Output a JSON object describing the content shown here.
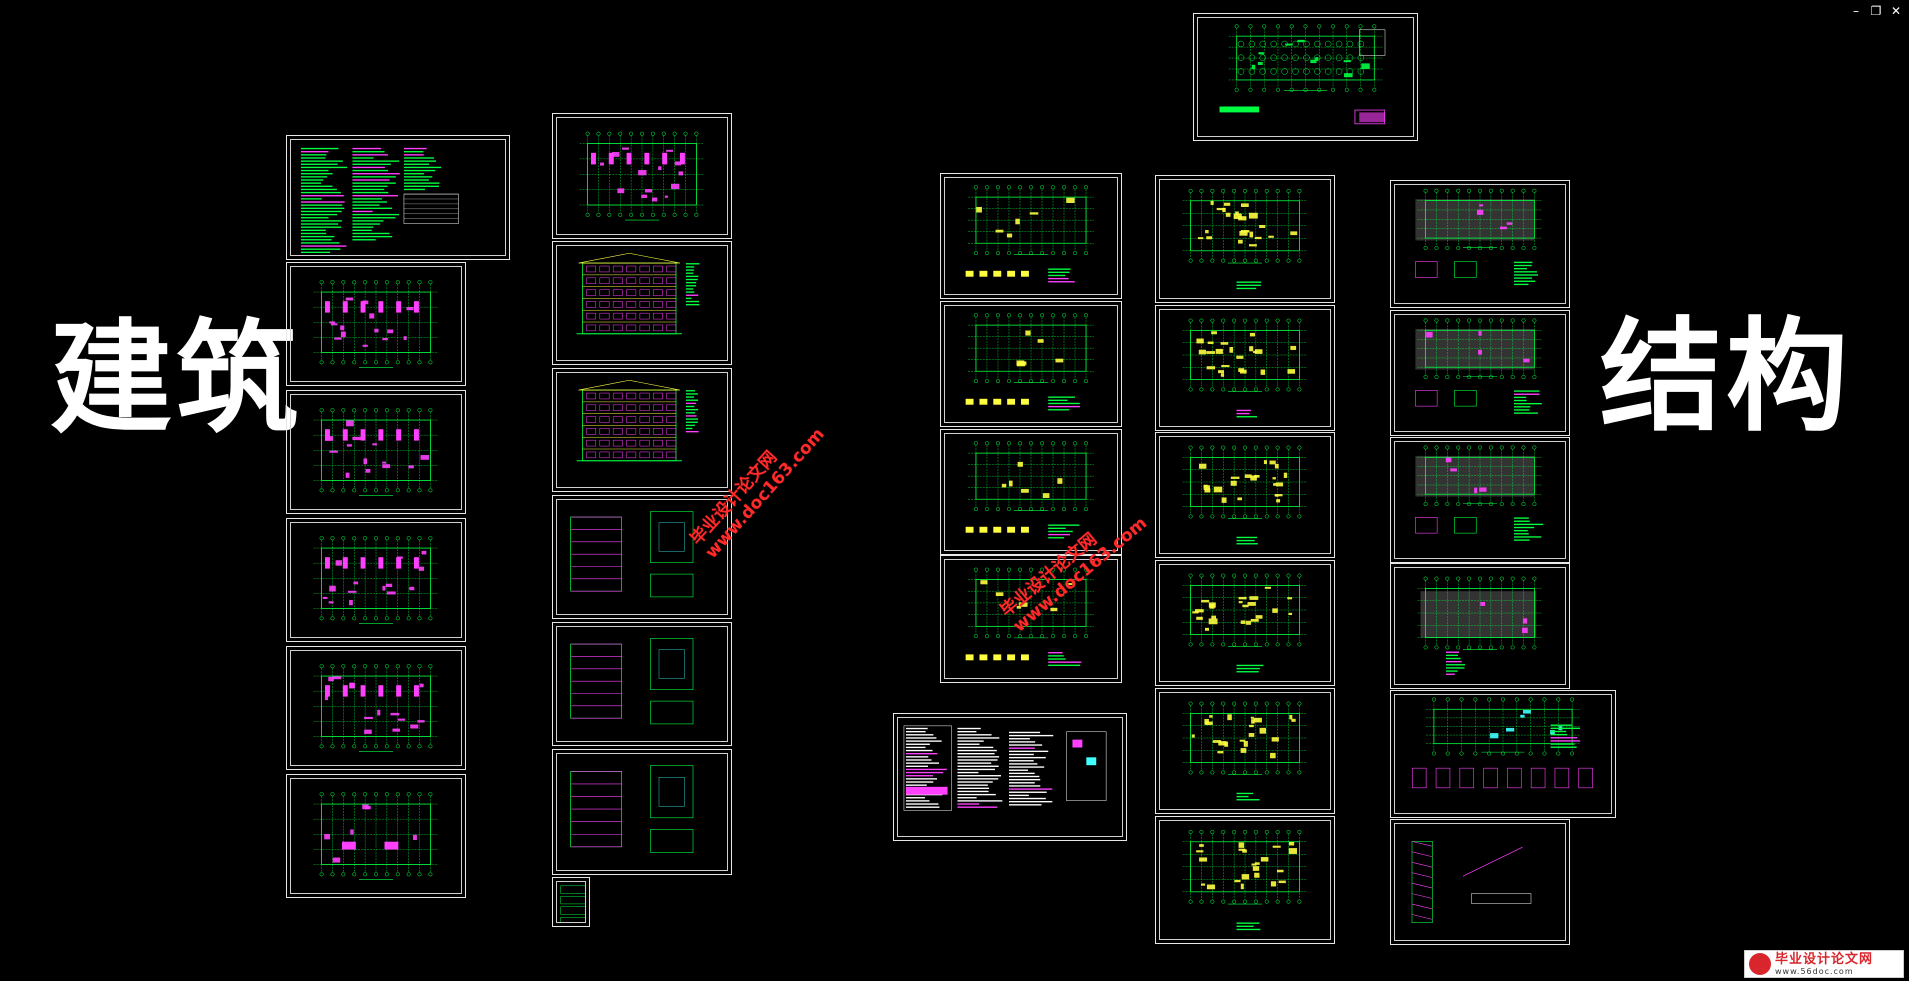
{
  "labels": {
    "architecture": "建筑",
    "structure": "结构"
  },
  "watermarks": [
    {
      "site_name": "毕业设计论文网",
      "url": "www.doc163.com"
    },
    {
      "site_name": "毕业设计论文网",
      "url": "www.doc163.com"
    }
  ],
  "logo": {
    "site_name": "毕业设计论文网",
    "url": "www.56doc.com"
  },
  "window_controls": {
    "minimize": "–",
    "restore": "❐",
    "close": "✕"
  },
  "colors": {
    "background": "#000000",
    "frame": "#e8e8e8",
    "drawing_green": "#00ff40",
    "drawing_magenta": "#ff40ff",
    "drawing_yellow": "#ffff40",
    "drawing_cyan": "#40ffff",
    "watermark_red": "#ff2a2a"
  }
}
